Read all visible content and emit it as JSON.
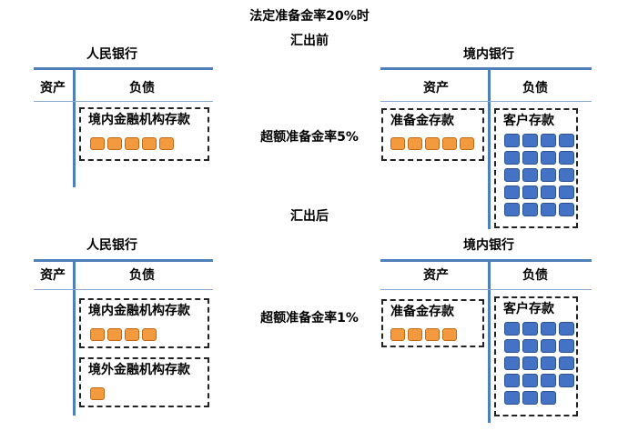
{
  "title": "法定准备金率20%时",
  "before": {
    "heading": "汇出前",
    "pboc": {
      "name": "人民银行",
      "assets_label": "资产",
      "liabilities_label": "负债",
      "domestic_fi_deposits": {
        "label": "境内金融机构存款",
        "count": 5
      }
    },
    "ratio_text": "超额准备金率5%",
    "bank": {
      "name": "境内银行",
      "assets_label": "资产",
      "liabilities_label": "负债",
      "reserve_deposits": {
        "label": "准备金存款",
        "count": 5
      },
      "customer_deposits": {
        "label": "客户存款",
        "count": 20
      }
    }
  },
  "after": {
    "heading": "汇出后",
    "pboc": {
      "name": "人民银行",
      "assets_label": "资产",
      "liabilities_label": "负债",
      "domestic_fi_deposits": {
        "label": "境内金融机构存款",
        "count": 4
      },
      "foreign_fi_deposits": {
        "label": "境外金融机构存款",
        "count": 1
      }
    },
    "ratio_text": "超额准备金率1%",
    "bank": {
      "name": "境内银行",
      "assets_label": "资产",
      "liabilities_label": "负债",
      "reserve_deposits": {
        "label": "准备金存款",
        "count": 4
      },
      "customer_deposits": {
        "label": "客户存款",
        "count": 19
      }
    }
  },
  "colors": {
    "line": "#4f7fba",
    "orange": "#f39a3e",
    "blue": "#4472c4"
  }
}
